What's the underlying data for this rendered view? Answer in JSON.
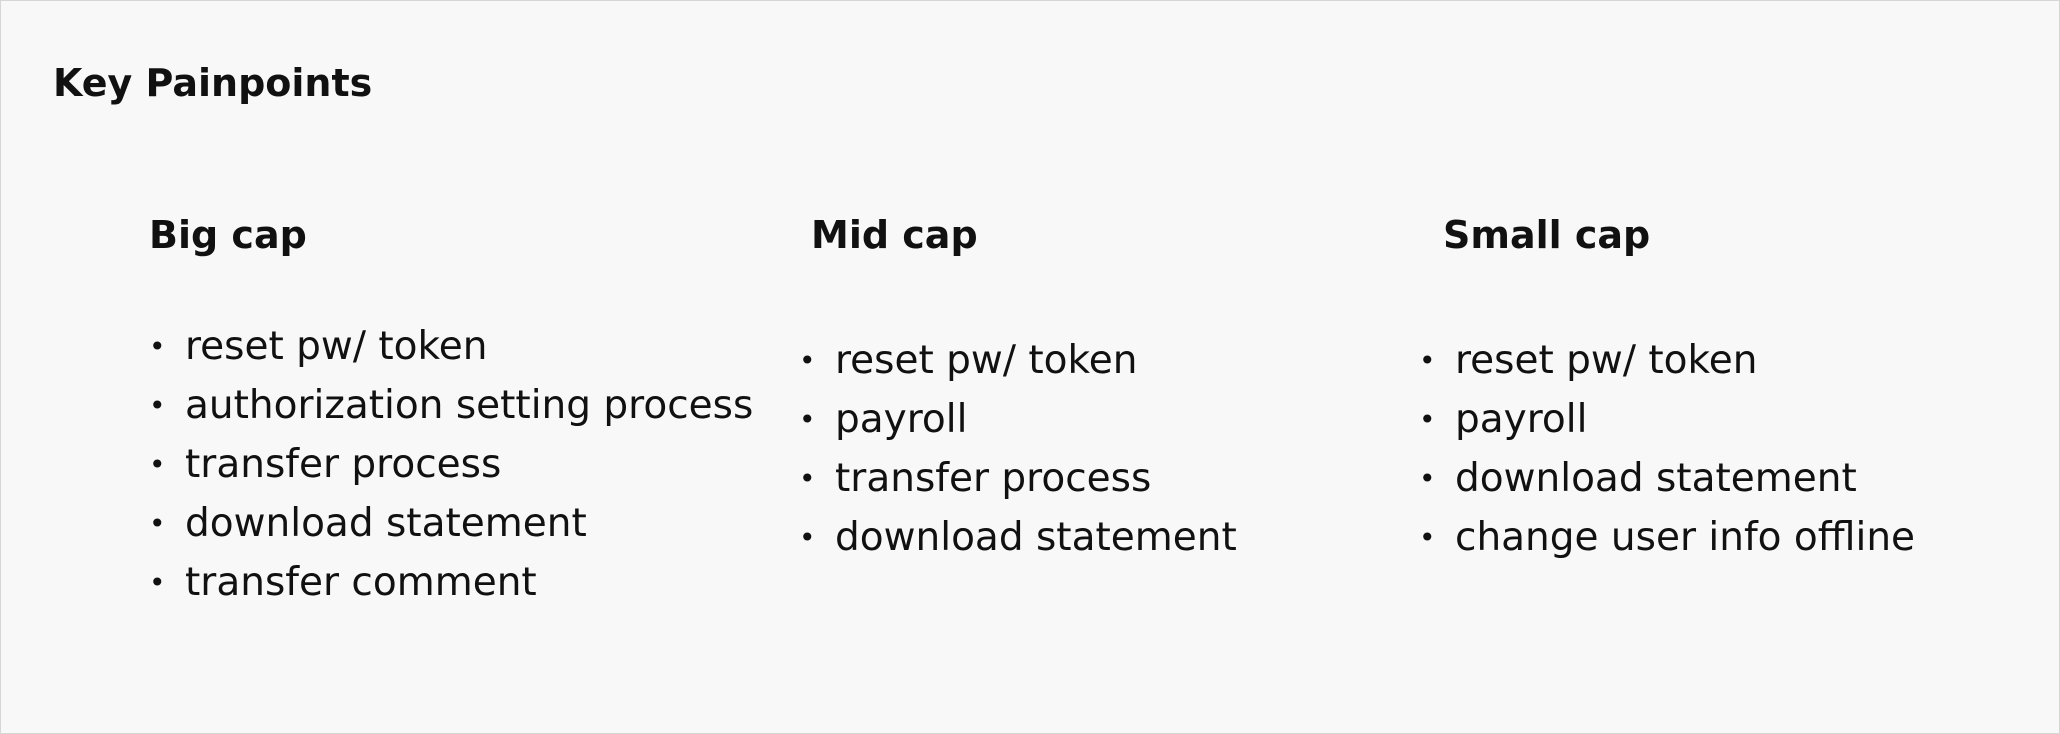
{
  "page": {
    "title": "Key Painpoints"
  },
  "columns": [
    {
      "title": "Big cap",
      "items": [
        "reset pw/ token",
        "authorization setting process",
        "transfer process",
        "download statement",
        "transfer comment"
      ]
    },
    {
      "title": "Mid cap",
      "items": [
        "reset pw/ token",
        "payroll",
        "transfer process",
        "download statement"
      ]
    },
    {
      "title": "Small cap",
      "items": [
        "reset pw/ token",
        "payroll",
        "download statement",
        "change user info offline"
      ]
    }
  ],
  "colors": {
    "background": "#f8f8f8",
    "text": "#111111",
    "border": "#d6d6d6"
  }
}
